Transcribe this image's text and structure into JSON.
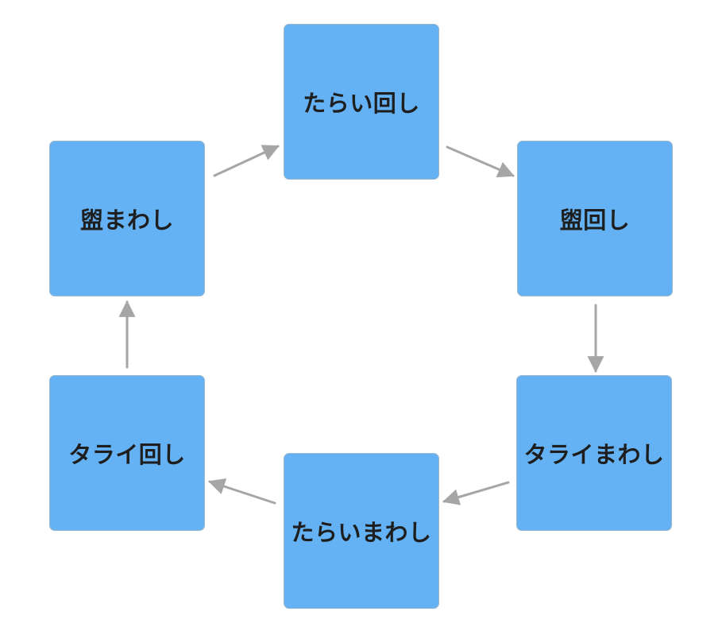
{
  "diagram": {
    "type": "cycle-flowchart",
    "nodes": [
      {
        "id": "top",
        "label": "たらい回し"
      },
      {
        "id": "top-right",
        "label": "盥回し"
      },
      {
        "id": "bottom-right",
        "label": "タライまわし"
      },
      {
        "id": "bottom",
        "label": "たらいまわし"
      },
      {
        "id": "bottom-left",
        "label": "タライ回し"
      },
      {
        "id": "top-left",
        "label": "盥まわし"
      }
    ],
    "edges": [
      {
        "from": "top-left",
        "to": "top"
      },
      {
        "from": "top",
        "to": "top-right"
      },
      {
        "from": "top-right",
        "to": "bottom-right"
      },
      {
        "from": "bottom-right",
        "to": "bottom"
      },
      {
        "from": "bottom",
        "to": "bottom-left"
      },
      {
        "from": "bottom-left",
        "to": "top-left"
      }
    ],
    "colors": {
      "node_fill": "#64b2f4",
      "node_border": "#9cb6cb",
      "arrow": "#a6a6a6",
      "text": "#1e1e1e",
      "background": "#ffffff"
    }
  }
}
